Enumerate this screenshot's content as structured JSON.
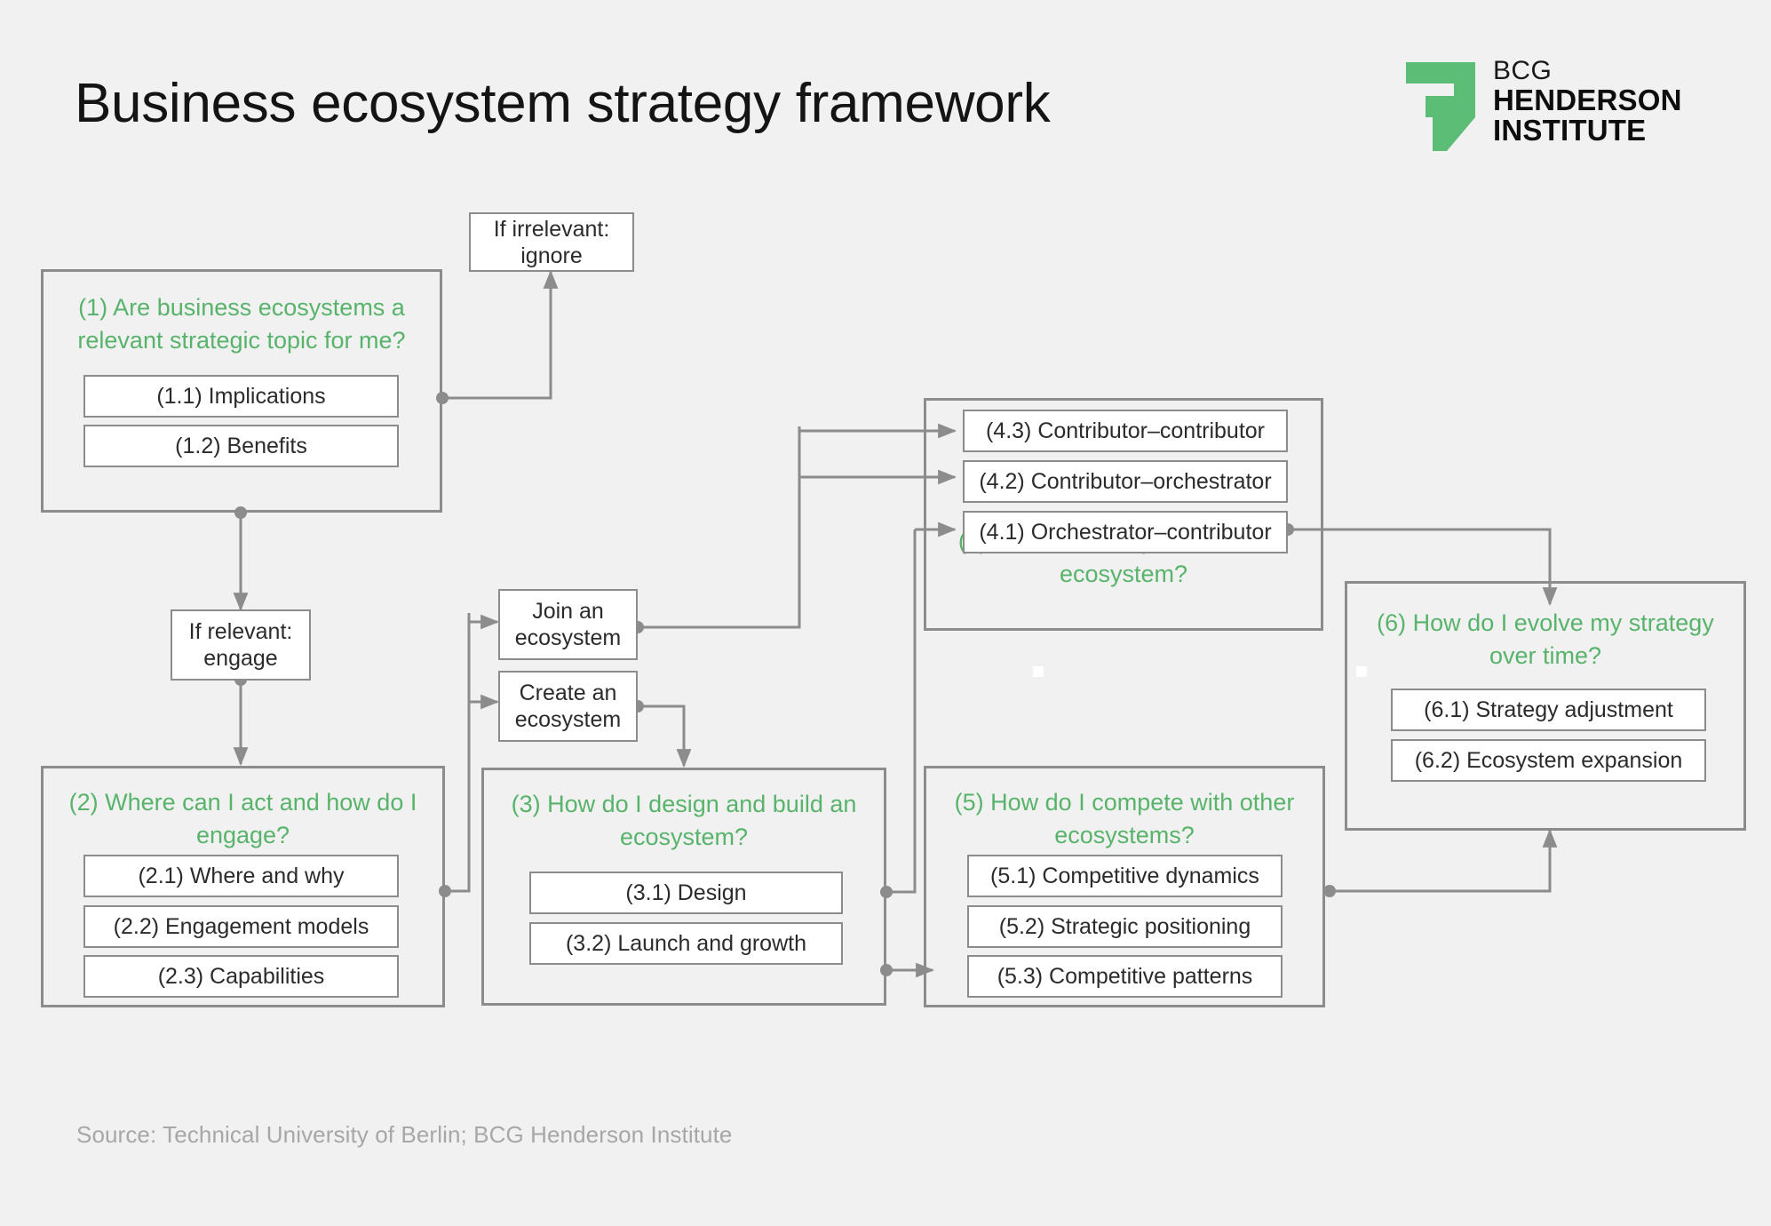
{
  "page": {
    "title": "Business ecosystem strategy framework",
    "source": "Source: Technical University of Berlin; BCG Henderson Institute",
    "background_color": "#f1f1f1",
    "accent_green": "#58b36b",
    "line_color": "#8c8c8c",
    "text_color": "#2b2b2b"
  },
  "logo": {
    "name": "bcg-henderson-institute-logo",
    "line1": "BCG",
    "line2": "HENDERSON",
    "line3": "INSTITUTE",
    "mark_color": "#5cbd76"
  },
  "decision_boxes": [
    {
      "id": "if-irrelevant",
      "line1": "If irrelevant:",
      "line2": "ignore"
    },
    {
      "id": "if-relevant",
      "line1": "If relevant:",
      "line2": "engage"
    },
    {
      "id": "join-ecosystem",
      "line1": "Join an",
      "line2": "ecosystem"
    },
    {
      "id": "create-ecosystem",
      "line1": "Create an",
      "line2": "ecosystem"
    }
  ],
  "groups": [
    {
      "id": "group-1",
      "title": "(1) Are business ecosystems a relevant strategic topic for me?",
      "title_position": "top",
      "items": [
        {
          "label": "(1.1) Implications"
        },
        {
          "label": "(1.2) Benefits"
        }
      ]
    },
    {
      "id": "group-2",
      "title": "(2) Where can I act and how do I engage?",
      "title_position": "top",
      "items": [
        {
          "label": "(2.1) Where and why"
        },
        {
          "label": "(2.2) Engagement models"
        },
        {
          "label": "(2.3) Capabilities"
        }
      ]
    },
    {
      "id": "group-3",
      "title": "(3) How do I design and build an ecosystem?",
      "title_position": "top",
      "items": [
        {
          "label": "(3.1) Design"
        },
        {
          "label": "(3.2) Launch and growth"
        }
      ]
    },
    {
      "id": "group-4",
      "title": "(4) How do I compete within an ecosystem?",
      "title_position": "bottom",
      "items": [
        {
          "label": "(4.3) Contributor–contributor"
        },
        {
          "label": "(4.2) Contributor–orchestrator"
        },
        {
          "label": "(4.1) Orchestrator–contributor"
        }
      ]
    },
    {
      "id": "group-5",
      "title": "(5) How do I compete with other ecosystems?",
      "title_position": "top",
      "items": [
        {
          "label": "(5.1) Competitive dynamics"
        },
        {
          "label": "(5.2) Strategic positioning"
        },
        {
          "label": "(5.3) Competitive patterns"
        }
      ]
    },
    {
      "id": "group-6",
      "title": "(6) How do I evolve my strategy over time?",
      "title_position": "top",
      "items": [
        {
          "label": "(6.1) Strategy adjustment"
        },
        {
          "label": "(6.2) Ecosystem expansion"
        }
      ]
    }
  ]
}
